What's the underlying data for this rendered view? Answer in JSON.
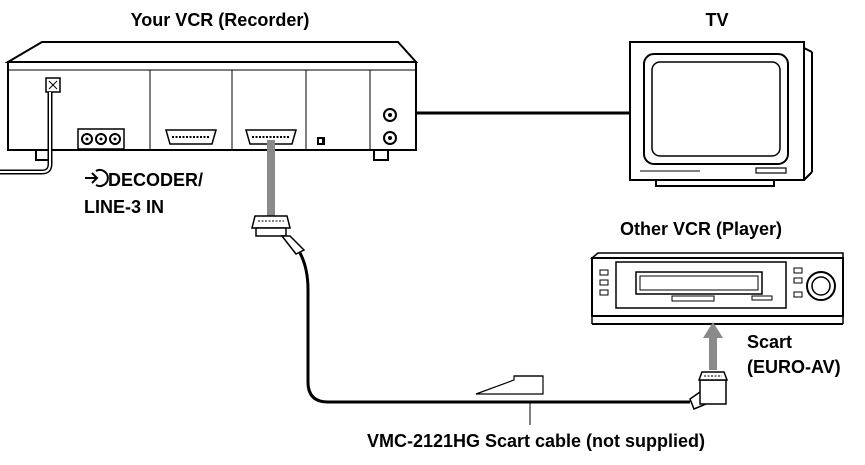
{
  "labels": {
    "recorder": "Your VCR (Recorder)",
    "tv": "TV",
    "decoder_line1": "DECODER/",
    "decoder_line2": "LINE-3 IN",
    "player": "Other VCR (Player)",
    "scart_line1": "Scart",
    "scart_line2": "(EURO-AV)",
    "cable": "VMC-2121HG Scart cable (not supplied)"
  },
  "icons": {
    "decoder_input": "line-input-arrow-icon",
    "signal_direction": "hollow-left-arrow-icon"
  },
  "colors": {
    "line": "#000000",
    "connector_plug": "#8a8a8a",
    "device_fill": "#ffffff"
  }
}
